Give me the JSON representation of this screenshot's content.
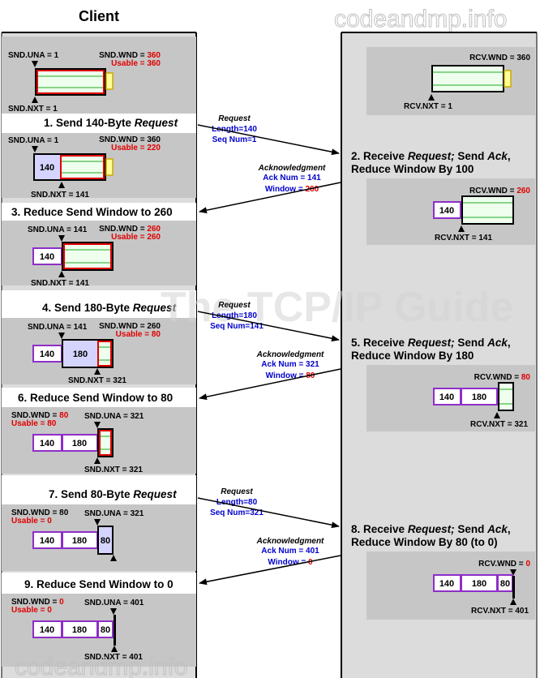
{
  "headers": {
    "client": "Client"
  },
  "watermark": {
    "top": "codeandmp.info",
    "center": "The TCP/IP Guide",
    "bottom": "codeandmp.info"
  },
  "client": {
    "s0": {
      "una": "SND.UNA = 1",
      "wnd_label": "SND.WND = ",
      "wnd_value": "360",
      "usable_label": "Usable = ",
      "usable_value": "360",
      "nxt": "SND.NXT = 1"
    },
    "t1": {
      "prefix": "1. Send 140-Byte ",
      "ital": "Request"
    },
    "s1": {
      "una": "SND.UNA = 1",
      "wnd_label": "SND.WND = ",
      "wnd_value": "360",
      "usable_label": "Usable = ",
      "usable_value": "220",
      "seg1": "140",
      "nxt": "SND.NXT = 141"
    },
    "t3": "3. Reduce Send Window to 260",
    "s3": {
      "una": "SND.UNA = 141",
      "wnd_label": "SND.WND = ",
      "wnd_value": "260",
      "usable_label": "Usable = ",
      "usable_value": "260",
      "seg1": "140",
      "nxt": "SND.NXT = 141"
    },
    "t4": {
      "prefix": "4. Send 180-Byte ",
      "ital": "Request"
    },
    "s4": {
      "una": "SND.UNA = 141",
      "wnd_label": "SND.WND = ",
      "wnd_value": "260",
      "usable_label": "Usable = ",
      "usable_value": "80",
      "seg1": "140",
      "seg2": "180",
      "nxt": "SND.NXT = 321"
    },
    "t6": "6. Reduce Send Window to 80",
    "s6": {
      "wnd_label": "SND.WND = ",
      "wnd_value": "80",
      "usable_label": "Usable = ",
      "usable_value": "80",
      "una": "SND.UNA = 321",
      "seg1": "140",
      "seg2": "180",
      "nxt": "SND.NXT = 321"
    },
    "t7": {
      "prefix": "7. Send 80-Byte ",
      "ital": "Request"
    },
    "s7": {
      "wnd_label": "SND.WND = ",
      "wnd_value": "80",
      "usable_label": "Usable = ",
      "usable_value": "0",
      "una": "SND.UNA = 321",
      "seg1": "140",
      "seg2": "180",
      "seg3": "80"
    },
    "t9": "9. Reduce Send Window to 0",
    "s9": {
      "wnd_label": "SND.WND = ",
      "wnd_value": "0",
      "usable_label": "Usable = ",
      "usable_value": "0",
      "una": "SND.UNA = 401",
      "seg1": "140",
      "seg2": "180",
      "seg3": "80",
      "nxt": "SND.NXT = 401"
    }
  },
  "server": {
    "r0": {
      "wnd": "RCV.WND = 360",
      "nxt": "RCV.NXT = 1"
    },
    "t2a": {
      "pre": "2. Receive ",
      "ital1": "Request;",
      "mid": " Send ",
      "ital2": "Ack",
      "post": ","
    },
    "t2b": "Reduce Window By 100",
    "r2": {
      "wnd_label": "RCV.WND = ",
      "wnd_value": "260",
      "seg1": "140",
      "nxt": "RCV.NXT = 141"
    },
    "t5a": {
      "pre": "5. Receive ",
      "ital1": "Request;",
      "mid": " Send ",
      "ital2": "Ack",
      "post": ","
    },
    "t5b": "Reduce Window By 180",
    "r5": {
      "wnd_label": "RCV.WND = ",
      "wnd_value": "80",
      "seg1": "140",
      "seg2": "180",
      "nxt": "RCV.NXT = 321"
    },
    "t8a": {
      "pre": "8. Receive ",
      "ital1": "Request;",
      "mid": " Send ",
      "ital2": "Ack",
      "post": ","
    },
    "t8b": "Reduce Window By 80 (to 0)",
    "r8": {
      "wnd_label": "RCV.WND = ",
      "wnd_value": "0",
      "seg1": "140",
      "seg2": "180",
      "seg3": "80",
      "nxt": "RCV.NXT = 401"
    }
  },
  "messages": {
    "m1": {
      "title": "Request",
      "l1": "Length=140",
      "l2": "Seq Num=1"
    },
    "m2": {
      "title": "Acknowledgment",
      "l1": "Ack Num = 141",
      "l2_label": "Window = ",
      "l2_value": "260"
    },
    "m4": {
      "title": "Request",
      "l1": "Length=180",
      "l2": "Seq Num=141"
    },
    "m5": {
      "title": "Acknowledgment",
      "l1": "Ack Num = 321",
      "l2_label": "Window = ",
      "l2_value": "80"
    },
    "m7": {
      "title": "Request",
      "l1": "Length=80",
      "l2": "Seq Num=321"
    },
    "m8": {
      "title": "Acknowledgment",
      "l1": "Ack Num = 401",
      "l2_label": "Window = ",
      "l2_value": "0"
    }
  },
  "colors": {
    "panel": "#dcdcdc",
    "band": "#c6c6c6",
    "window_fill": "#eeffee",
    "usable_border": "#e00000",
    "sent_fill": "#d4d4ff",
    "seg_border": "#8e2ec8",
    "ack_text": "#0000cc",
    "red_text": "#e00000",
    "yellow": "#ffff99"
  }
}
